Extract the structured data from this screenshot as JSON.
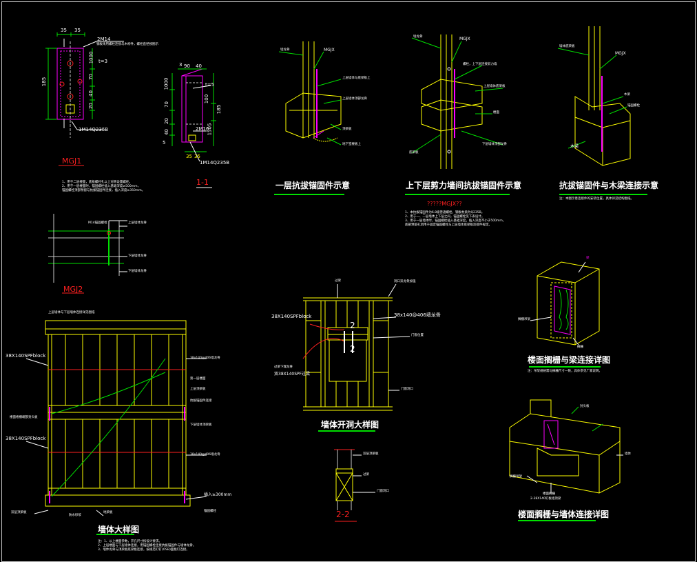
{
  "details": {
    "mgj1": {
      "label": "MGJ1",
      "dims": {
        "w1": "35",
        "w2": "35",
        "h_total": "185",
        "h1": "1000",
        "h2": "70",
        "h3": "40",
        "h4": "20",
        "t": "t=3"
      },
      "plate_callout": "2M14",
      "plate_note": "钢板采用螺栓连接与木构件，螺栓直径按图示",
      "bolt_label": "1M14Q235B",
      "notes": [
        "1、用于二层楼面，底板螺栓孔以上对称设置螺栓。",
        "2、用于一层楼面时，锚固螺栓插入基础深度≥500mm，",
        "   锚固螺栓顶部预留与抗拔锚固件连接，插入深度≥350mm。"
      ]
    },
    "section11": {
      "label": "1-1",
      "dims": {
        "top1": "3",
        "top2": "90",
        "top3": "40",
        "h1": "1000",
        "h2": "70",
        "h3": "100",
        "h4": "185",
        "h5": "20",
        "h6": "40",
        "h7": "1505",
        "h8": "5",
        "t": "t=5",
        "b1": "35",
        "b2": "35"
      },
      "callout": "2M16",
      "bolt_label": "1M14Q235B"
    },
    "mgj2": {
      "label": "MGJ2",
      "callouts": [
        "M14锚固螺栓",
        "上层墙体龙骨",
        "下层墙体龙骨",
        "下层墙体龙骨"
      ]
    },
    "wall": {
      "title": "墙体大样图",
      "left_labels": [
        "38X140SPFblock",
        "38X140SPFblock",
        "楼面格栅端部封头板",
        "双层顶梁板"
      ],
      "right_labels": [
        "38x140@406墙龙骨",
        "第一层楼面",
        "上层顶梁板",
        "抗拔锚固件连接",
        "下层墙体顶梁板",
        "38x140@406墙龙骨",
        "插入≥300mm",
        "锚固螺栓"
      ],
      "top_label": "上层墙体与下层墙体连接详见图纸",
      "bottom_labels": [
        "防水砂浆",
        "地梁板"
      ],
      "notes": [
        "注：1、以上楼面参数，开孔尺寸按设计要求。",
        "    2、上层楼面与下层墙体连接，用锚固螺栓连接抗拔锚固件与墙体龙骨。",
        "    3、墙体龙骨与顶梁板底梁板连接，按规范钉钉(OSB)面板钉连接。"
      ]
    },
    "anchor1": {
      "title": "一层抗拔锚固件示意",
      "callouts": [
        "墙龙骨",
        "MGJX",
        "上层墙体与底梁板上",
        "上层墙体顶部龙骨",
        "顶梁板",
        "地下室楼板上"
      ]
    },
    "anchor2": {
      "title": "上下层剪力墙间抗拔锚固件示意",
      "callouts": [
        "墙龙骨",
        "MGJX",
        "螺栓，上下层连接剪力墙",
        "上层墙体底梁板",
        "楼面",
        "下层墙体顶部龙骨",
        "底梁板"
      ],
      "subtitle": "?????MGJX??",
      "notes": [
        "1、本抗拔锚固件为6.8级普通螺栓，钢板材质为Q235B。",
        "2、用于一、二层墙体上下层之间，锚固螺栓见下表设计。",
        "3、用于一层墙体时，锚固螺栓插入基础深度，插入深度不小于500mm，",
        "   底部预留孔洞用于固定锚固螺栓与上层墙体底梁板连接件规定。"
      ]
    },
    "anchor3": {
      "title": "抗拔锚固件与木梁连接示意",
      "callouts": [
        "墙体底梁板",
        "MGJX",
        "木梁",
        "锚固螺栓",
        "木梁"
      ],
      "note": "注：本图示意连接件的安装位置，具体详见结构图纸。"
    },
    "opening": {
      "title": "墙体开洞大样图",
      "callouts": [
        "过梁",
        "洞口双龙骨加强",
        "38X140SPFblock",
        "38x140@406墙龙骨",
        "门窗位置",
        "过梁下端龙骨",
        "双38X140SPF过梁",
        "门窗洞口"
      ],
      "cut_label": "2"
    },
    "section22": {
      "label": "2-2",
      "callouts": [
        "双层顶梁板",
        "过梁",
        "门窗洞口"
      ]
    },
    "joist_beam": {
      "title": "楼面搁栅与梁连接详图",
      "callouts": [
        "梁",
        "搁栅吊架",
        "搁栅"
      ],
      "note": "注：吊架规格需与搁栅尺寸一致，具体参见厂家说明。"
    },
    "joist_wall": {
      "title": "楼面搁栅与墙体连接详图",
      "callouts": [
        "封头板",
        "墙体",
        "搁栅吊架",
        "2-38X140钉板墙顶梁",
        "楼面搁栅"
      ]
    }
  },
  "colors": {
    "background": "#000000",
    "timber": "#ffff00",
    "steel": "#ff00ff",
    "dimension": "#00e000",
    "leader": "#ff2020",
    "text": "#ffffff",
    "frame": "#c8c8c8"
  }
}
